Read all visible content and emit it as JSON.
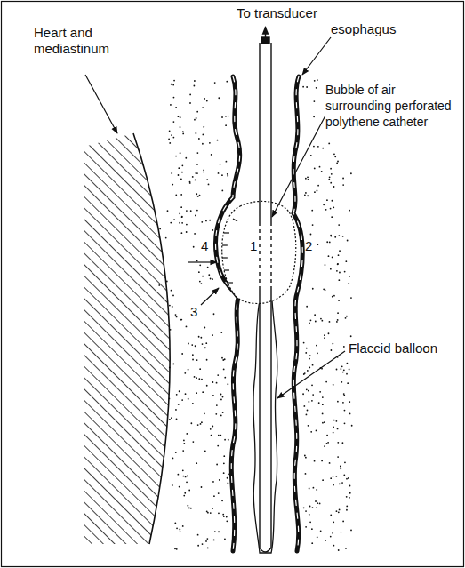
{
  "diagram": {
    "labels": [
      "To transducer",
      "Heart and mediastinum",
      "esophagus",
      "Bubble of air surrounding perforated polythene catheter",
      "Flaccid balloon",
      "1",
      "2",
      "3",
      "4"
    ]
  }
}
